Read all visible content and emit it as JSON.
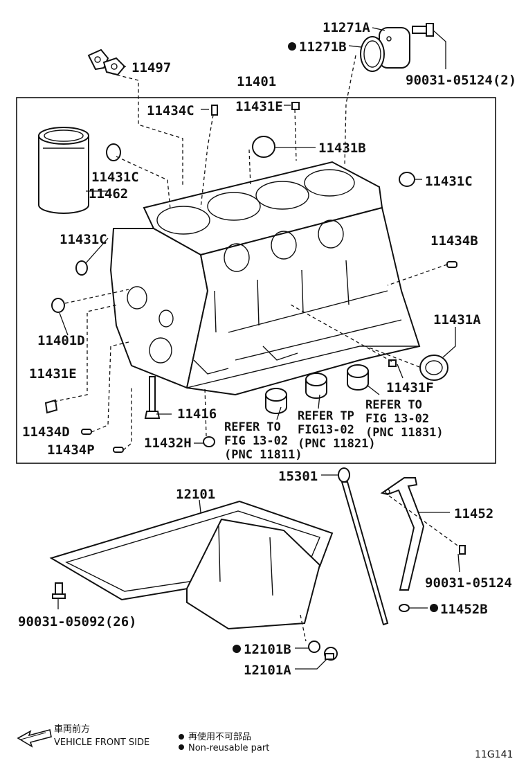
{
  "labels": {
    "l11271A": "11271A",
    "l11271B": "11271B",
    "l90031_05124_2": "90031-05124(2)",
    "l11497": "11497",
    "l11401": "11401",
    "l11434C": "11434C",
    "l11431E_top": "11431E",
    "l11431B": "11431B",
    "l11431C_left": "11431C",
    "l11462": "11462",
    "l11431C_right": "11431C",
    "l11431C_mid": "11431C",
    "l11434B": "11434B",
    "l11401D": "11401D",
    "l11431A": "11431A",
    "l11431E_left": "11431E",
    "l11431F": "11431F",
    "l11416": "11416",
    "l11434D": "11434D",
    "l11432H": "11432H",
    "l11434P": "11434P",
    "l15301": "15301",
    "l12101": "12101",
    "l11452": "11452",
    "l90031_05124": "90031-05124",
    "l11452B": "11452B",
    "l90031_05092": "90031-05092(26)",
    "l12101B": "12101B",
    "l12101A": "12101A"
  },
  "refs": {
    "r1_line1": "REFER TO",
    "r1_line2": "FIG 13-02",
    "r1_line3": "(PNC 11811)",
    "r2_line1": "REFER TP",
    "r2_line2": "FIG13-02",
    "r2_line3": "(PNC 11821)",
    "r3_line1": "REFER TO",
    "r3_line2": "FIG 13-02",
    "r3_line3": "(PNC 11831)"
  },
  "legend": {
    "front_jp": "車両前方",
    "front_en": "VEHICLE FRONT SIDE",
    "nonreuse_jp": "再使用不可部品",
    "nonreuse_en": "Non-reusable part"
  },
  "figure_code": "11G141"
}
